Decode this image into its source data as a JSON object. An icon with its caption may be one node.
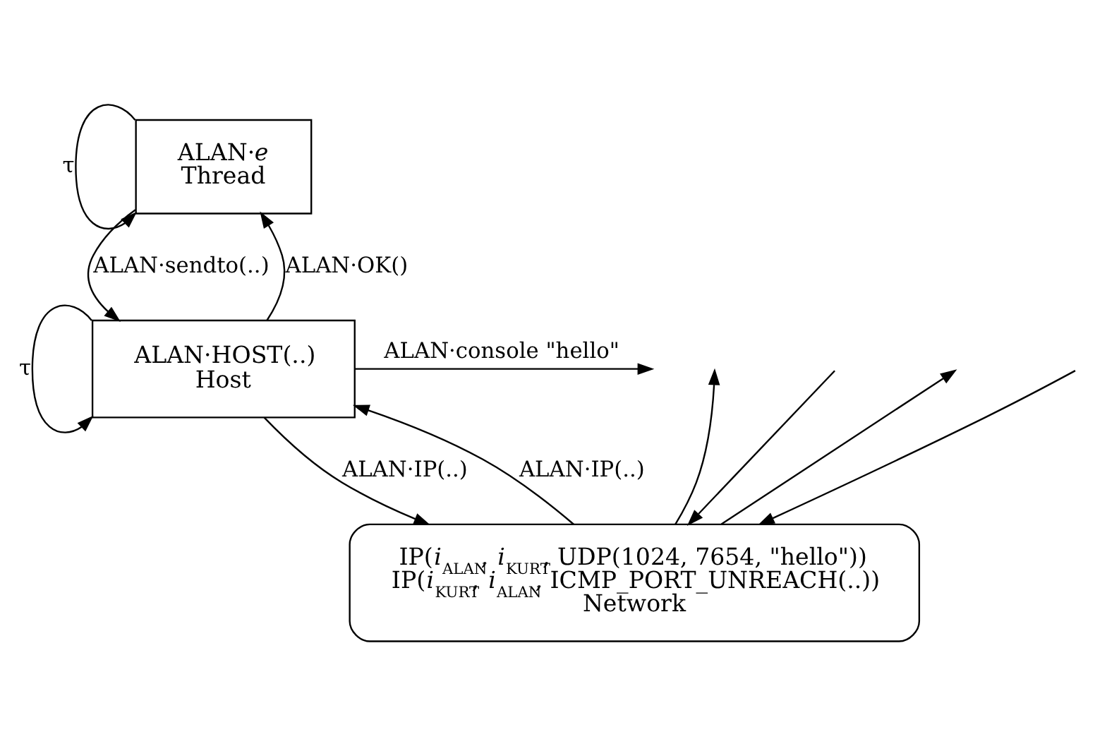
{
  "diagram": {
    "nodes": [
      {
        "text": [
          "ALAN·*e*",
          "Thread"
        ]
      },
      {
        "text": [
          "ALAN·HOST(..)",
          "Host"
        ]
      },
      {
        "text": [
          "IP(*i*$_{ALAN}$, *i*$_{KURT}$, UDP(1024, 7654, \"hello\"))",
          "IP(*i*$_{KURT}$, *i*$_{ALAN}$, ICMP_PORT_UNREACH(..))",
          "Network"
        ]
      }
    ],
    "edges": [
      {
        "from": 0,
        "to": 0,
        "arrow": "to",
        "label": "τ"
      },
      {
        "from": 0,
        "to": 1,
        "arrow": "to",
        "label": "ALAN·sendto(..)"
      },
      {
        "from": 1,
        "to": 0,
        "arrow": "to",
        "label": "ALAN·OK()"
      },
      {
        "from": 1,
        "to": 1,
        "arrow": "to",
        "label": "τ"
      },
      {
        "from": 1,
        "to": null,
        "arrow": "to",
        "label": "ALAN·console \"hello\""
      },
      {
        "from": 1,
        "to": 2,
        "arrow": "to",
        "label": "ALAN·IP(..)"
      },
      {
        "from": 2,
        "to": 1,
        "arrow": "to",
        "label": "ALAN·IP(..)"
      },
      {
        "from": null,
        "to": 2,
        "arrow": "to"
      },
      {
        "from": 2,
        "to": null,
        "arrow": "to"
      },
      {
        "from": null,
        "to": 2,
        "arrow": "to"
      },
      {
        "from": 2,
        "to": null,
        "arrow": "to"
      }
    ]
  }
}
